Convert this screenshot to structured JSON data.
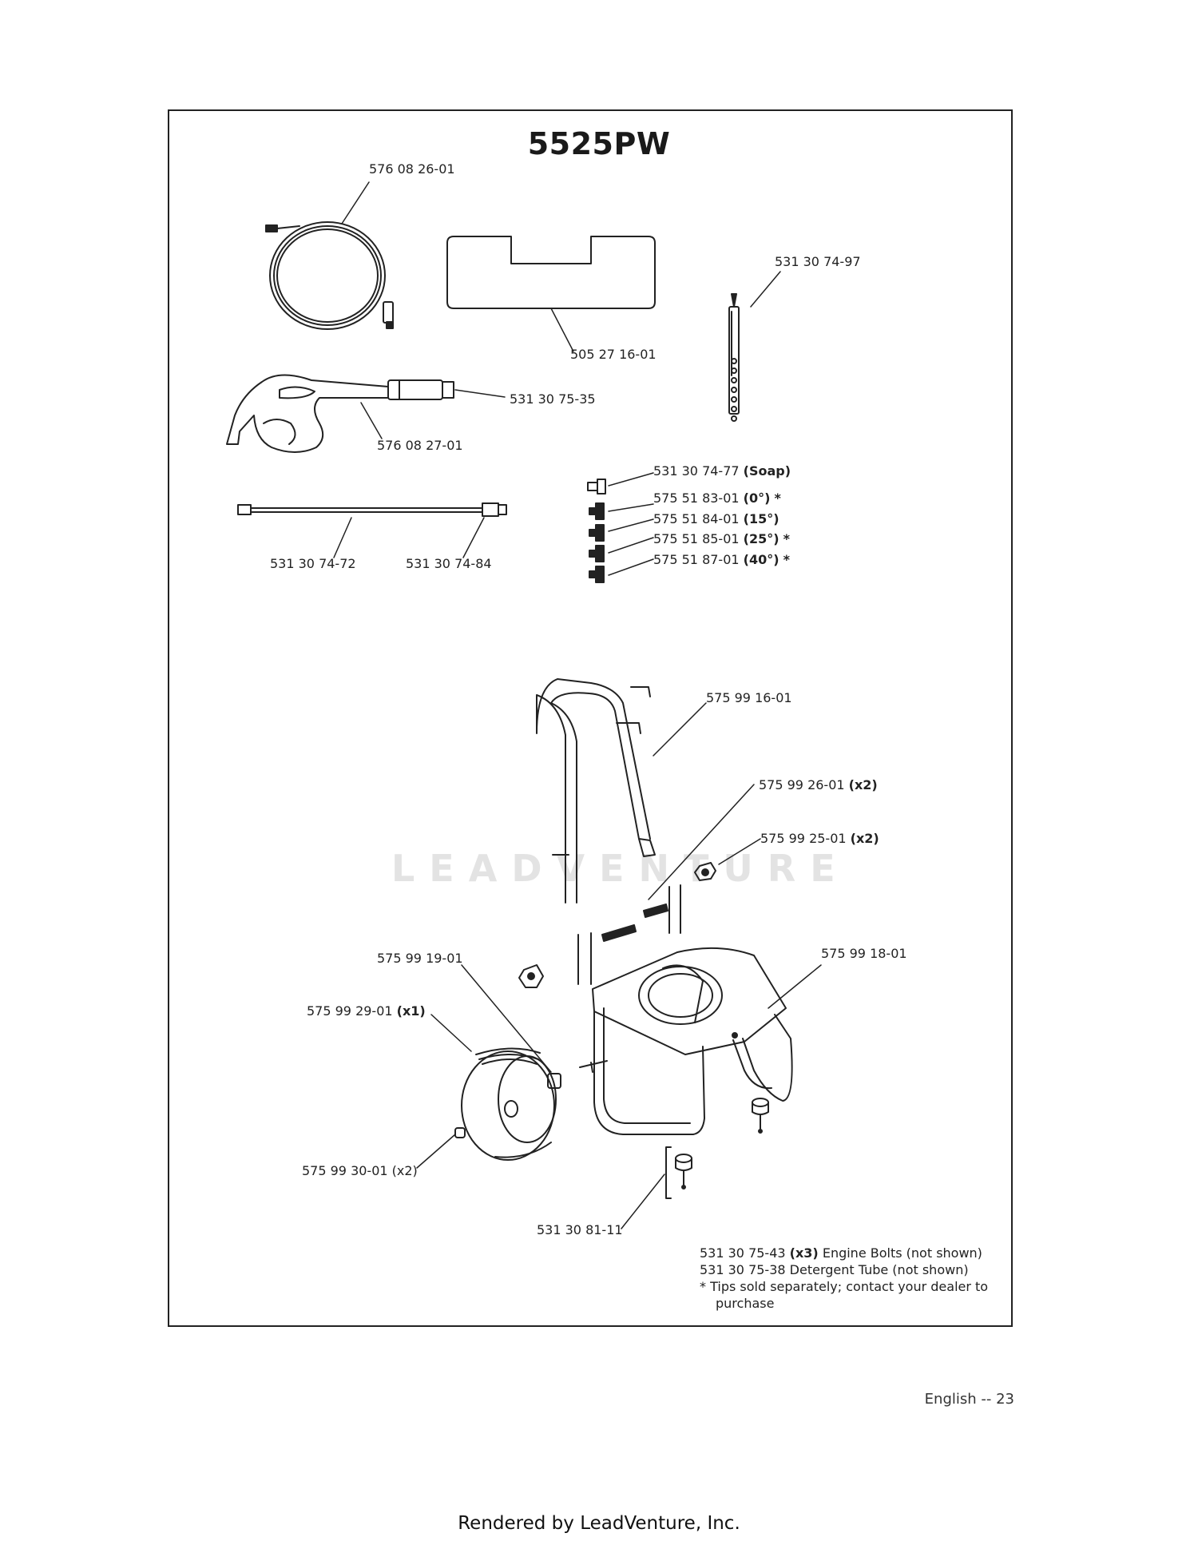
{
  "title": "5525PW",
  "parts": {
    "hose": "576 08 26-01",
    "manual_pouch": "505 27 16-01",
    "soap_tube": "531 30 74-97",
    "gun_tip": "531 30 75-35",
    "gun": "576 08 27-01",
    "wand_left": "531 30 74-72",
    "wand_right": "531 30 74-84",
    "tip_soap": "531 30 74-77",
    "tip_soap_note": "(Soap)",
    "tip_0": "575 51 83-01",
    "tip_0_note": "(0°)",
    "tip_15": "575 51 84-01",
    "tip_15_note": "(15°)",
    "tip_25": "575 51 85-01",
    "tip_25_note": "(25°)",
    "tip_40": "575 51 87-01",
    "tip_40_note": "(40°)",
    "asterisk": "*",
    "handle": "575 99 16-01",
    "bolt": "575 99 26-01",
    "bolt_qty": "(x2)",
    "knob": "575 99 25-01",
    "knob_qty": "(x2)",
    "frame": "575 99 18-01",
    "spacer": "575 99 19-01",
    "wheel": "575 99 29-01",
    "wheel_qty": "(x1)",
    "hub_cap": "575 99 30-01 (x2)",
    "foot": "531 30 81-11"
  },
  "notes": {
    "line1_part": "531 30 75-43",
    "line1_qty": "(x3)",
    "line1_desc": "Engine Bolts (not shown)",
    "line2_part": "531 30 75-38",
    "line2_desc": "Detergent Tube (not shown)",
    "line3": "*  Tips sold separately; contact your dealer to purchase"
  },
  "watermark": "LEADVENTURE",
  "page_footer": "English -- 23",
  "rendered_by": "Rendered by LeadVenture, Inc."
}
